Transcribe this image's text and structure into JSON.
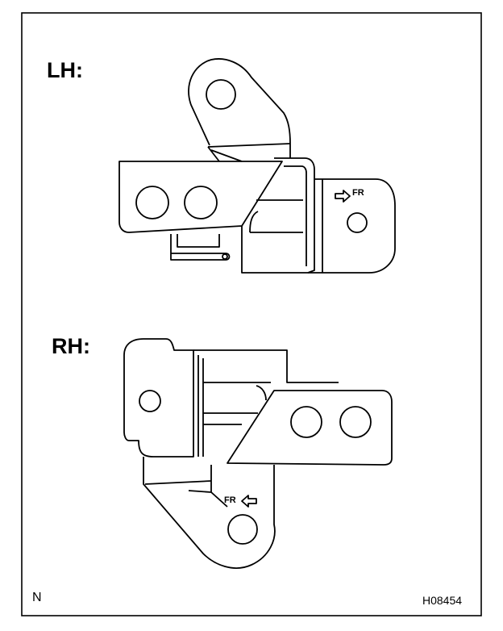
{
  "labels": {
    "lh": "LH:",
    "rh": "RH:",
    "corner": "N",
    "figure_code": "H08454"
  },
  "arrows": {
    "lh_direction": "FR",
    "rh_direction": "FR"
  },
  "colors": {
    "line": "#000000",
    "background": "#ffffff"
  }
}
